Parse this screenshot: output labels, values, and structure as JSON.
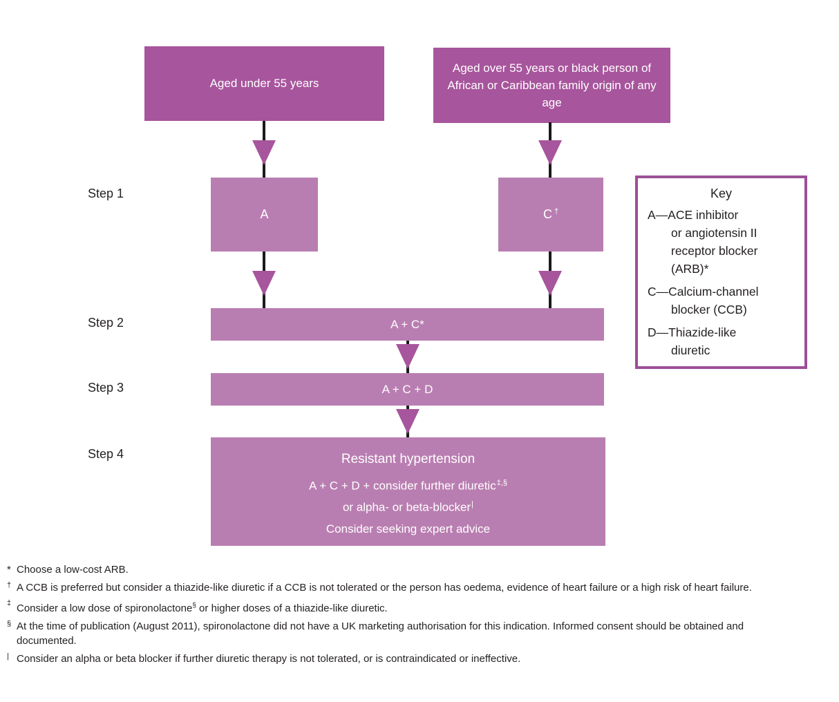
{
  "colors": {
    "box_dark": "#a7559c",
    "box_light": "#b97eb1",
    "key_border": "#9c4f97",
    "text_dark": "#231f20",
    "box_text": "#ffffff",
    "arrow_line": "#1a1a1a"
  },
  "top_boxes": {
    "left": "Aged under 55 years",
    "right": "Aged over 55 years or black person of African or Caribbean family origin of any age"
  },
  "step_labels": [
    "Step 1",
    "Step 2",
    "Step 3",
    "Step 4"
  ],
  "step1": {
    "left_box": {
      "text": "A"
    },
    "right_box": {
      "text": "C",
      "sup": "†"
    }
  },
  "step2": {
    "box_text": "A + C*"
  },
  "step3": {
    "box_text": "A + C + D"
  },
  "step4": {
    "title": "Resistant hypertension",
    "line2": {
      "text": "A + C + D + consider further diuretic",
      "sup": "‡,§"
    },
    "line3": {
      "text": "or alpha- or beta-blocker",
      "sup": "|"
    },
    "line4": "Consider seeking expert advice"
  },
  "key": {
    "title": "Key",
    "entries": [
      {
        "first": "A—ACE inhibitor",
        "rest": [
          "or angiotensin II",
          "receptor blocker",
          "(ARB)*"
        ]
      },
      {
        "first": "C—Calcium-channel",
        "rest": [
          "blocker (CCB)"
        ]
      },
      {
        "first": "D—Thiazide-like",
        "rest": [
          "diuretic"
        ]
      }
    ]
  },
  "footnotes": [
    {
      "marker": "*",
      "parts": [
        {
          "text": "Choose a low-cost ARB."
        }
      ]
    },
    {
      "marker": "†",
      "parts": [
        {
          "text": "A CCB is preferred but consider a thiazide-like diuretic if a CCB is not tolerated or the person has oedema, evidence of heart failure or a high risk of heart failure."
        }
      ]
    },
    {
      "marker": "‡",
      "parts": [
        {
          "text": "Consider a low dose of spironolactone"
        },
        {
          "sup": "§"
        },
        {
          "text": " or higher doses of a thiazide-like diuretic."
        }
      ]
    },
    {
      "marker": "§",
      "parts": [
        {
          "text": "At the time of publication (August 2011), spironolactone did not have a UK marketing authorisation for this indication. Informed consent should be obtained and documented."
        }
      ]
    },
    {
      "marker": "|",
      "parts": [
        {
          "text": "Consider an alpha or beta blocker if further diuretic therapy is not tolerated, or is contraindicated or ineffective."
        }
      ]
    }
  ]
}
